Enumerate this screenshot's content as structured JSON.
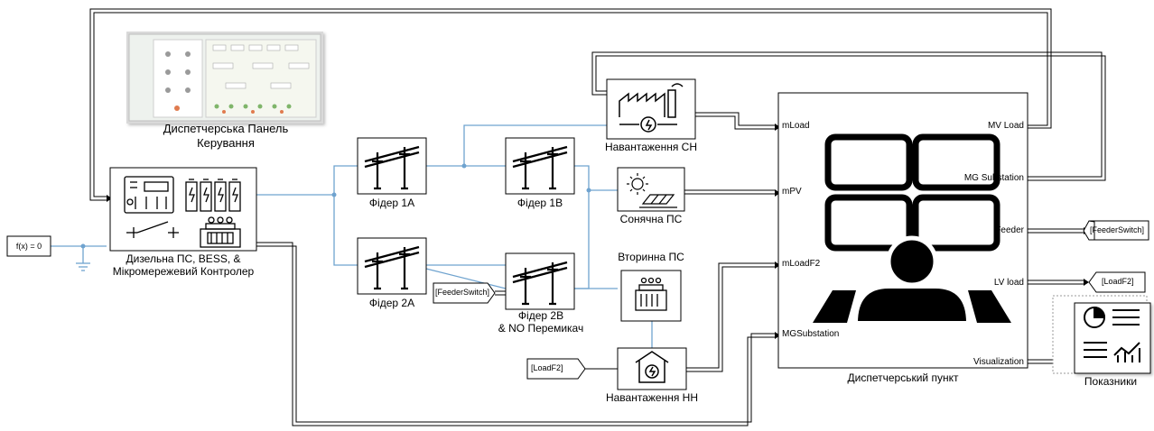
{
  "panel": {
    "label_line1": "Диспетчерська Панель",
    "label_line2": "Керування"
  },
  "const_block": {
    "label": "f(x) = 0"
  },
  "diesel": {
    "label_line1": "Дизельна ПС, BESS, &",
    "label_line2": "Мікромережевий Контролер"
  },
  "feeders": {
    "f1a": "Фідер 1A",
    "f1b": "Фідер 1B",
    "f2a": "Фідер 2A",
    "f2b_line1": "Фідер 2B",
    "f2b_line2": "& NO Перемикач"
  },
  "loads": {
    "mv": "Навантаження СН",
    "solar": "Сонячна ПС",
    "secondary": "Вторинна ПС",
    "lv": "Навантаження НН"
  },
  "tags": {
    "feeder_switch_in": "[FeederSwitch]",
    "feeder_switch_out": "[FeederSwitch]",
    "loadf2_in": "[LoadF2]",
    "loadf2_out": "[LoadF2]"
  },
  "dispatch": {
    "label": "Диспетчерський пункт",
    "inputs": [
      "mLoad",
      "mPV",
      "mLoadF2",
      "MGSubstation"
    ],
    "outputs": [
      "MV Load",
      "MG Substation",
      "Feeder",
      "LV load",
      "Visualization"
    ]
  },
  "indicators": {
    "label": "Показники"
  },
  "colors": {
    "signal": "#000000",
    "physical": "#6fa3cf",
    "block_border": "#000000",
    "panel_bg": "#efefef"
  }
}
